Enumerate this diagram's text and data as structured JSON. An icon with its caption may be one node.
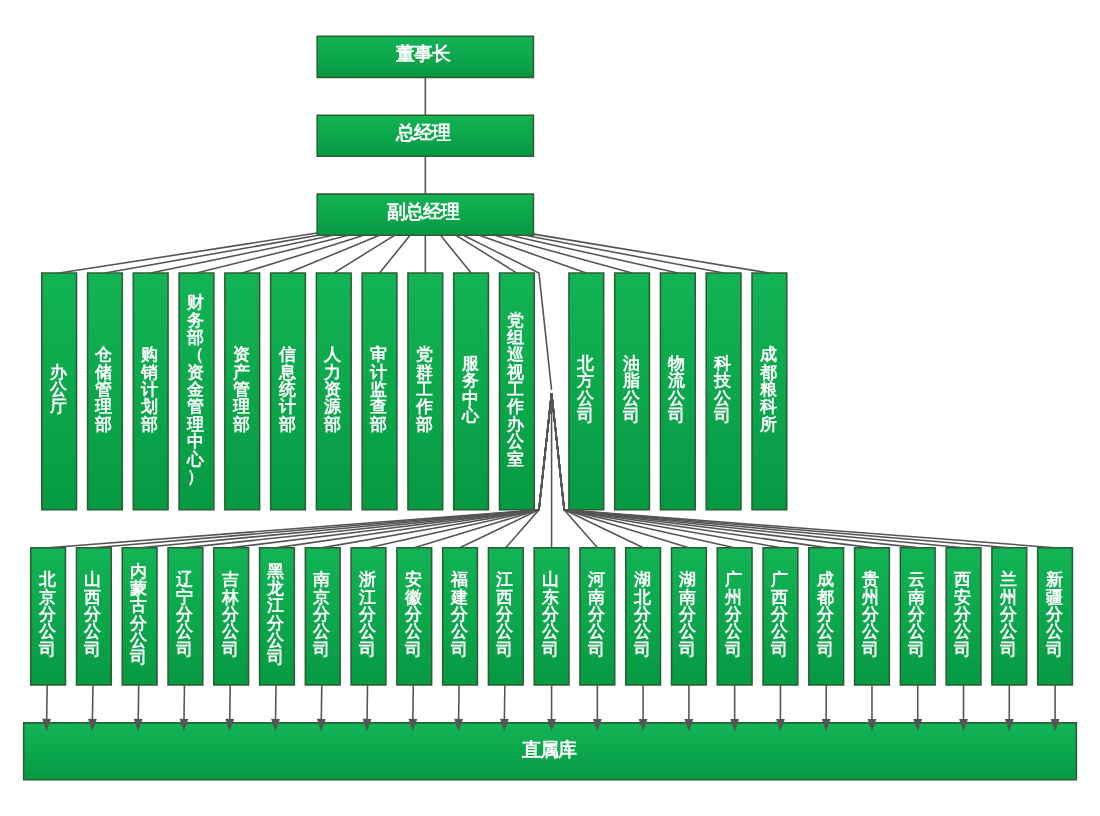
{
  "diagram": {
    "nodes": [
      {
        "text": [
          "董事长"
        ]
      },
      {
        "text": [
          "总经理"
        ]
      },
      {
        "text": [
          "副总经理"
        ]
      },
      {
        "text": [
          "办公厅"
        ]
      },
      {
        "text": [
          "仓储管理部"
        ]
      },
      {
        "text": [
          "购销计划部"
        ]
      },
      {
        "text": [
          "财务部（资金管理中心）"
        ]
      },
      {
        "text": [
          "资产管理部"
        ]
      },
      {
        "text": [
          "信息统计部"
        ]
      },
      {
        "text": [
          "人力资源部"
        ]
      },
      {
        "text": [
          "审计监查部"
        ]
      },
      {
        "text": [
          "党群工作部"
        ]
      },
      {
        "text": [
          "服务中心"
        ]
      },
      {
        "text": [
          "党组巡视工作办公室"
        ]
      },
      {
        "text": [
          "北方公司"
        ]
      },
      {
        "text": [
          "油脂公司"
        ]
      },
      {
        "text": [
          "物流公司"
        ]
      },
      {
        "text": [
          "科技公司"
        ]
      },
      {
        "text": [
          "成都粮科所"
        ]
      },
      {
        "text": [
          "北京分公司"
        ]
      },
      {
        "text": [
          "山西分公司"
        ]
      },
      {
        "text": [
          "内蒙古分公司"
        ]
      },
      {
        "text": [
          "辽宁分公司"
        ]
      },
      {
        "text": [
          "吉林分公司"
        ]
      },
      {
        "text": [
          "黑龙江分公司"
        ]
      },
      {
        "text": [
          "南京分公司"
        ]
      },
      {
        "text": [
          "浙江分公司"
        ]
      },
      {
        "text": [
          "安徽分公司"
        ]
      },
      {
        "text": [
          "福建分公司"
        ]
      },
      {
        "text": [
          "江西分公司"
        ]
      },
      {
        "text": [
          "山东分公司"
        ]
      },
      {
        "text": [
          "河南分公司"
        ]
      },
      {
        "text": [
          "湖北分公司"
        ]
      },
      {
        "text": [
          "湖南分公司"
        ]
      },
      {
        "text": [
          "广州分公司"
        ]
      },
      {
        "text": [
          "广西分公司"
        ]
      },
      {
        "text": [
          "成都分公司"
        ]
      },
      {
        "text": [
          "贵州分公司"
        ]
      },
      {
        "text": [
          "云南分公司"
        ]
      },
      {
        "text": [
          "西安分公司"
        ]
      },
      {
        "text": [
          "兰州分公司"
        ]
      },
      {
        "text": [
          "新疆分公司"
        ]
      },
      {
        "text": [
          "直属库"
        ]
      }
    ],
    "edges": [
      {
        "from": 0,
        "to": 1,
        "arrow": "none"
      },
      {
        "from": 1,
        "to": 2,
        "arrow": "none"
      },
      {
        "from": 2,
        "to": 3,
        "arrow": "none"
      },
      {
        "from": 2,
        "to": 4,
        "arrow": "none"
      },
      {
        "from": 2,
        "to": 5,
        "arrow": "none"
      },
      {
        "from": 2,
        "to": 6,
        "arrow": "none"
      },
      {
        "from": 2,
        "to": 7,
        "arrow": "none"
      },
      {
        "from": 2,
        "to": 8,
        "arrow": "none"
      },
      {
        "from": 2,
        "to": 9,
        "arrow": "none"
      },
      {
        "from": 2,
        "to": 10,
        "arrow": "none"
      },
      {
        "from": 2,
        "to": 11,
        "arrow": "none"
      },
      {
        "from": 2,
        "to": 12,
        "arrow": "none"
      },
      {
        "from": 2,
        "to": 13,
        "arrow": "none"
      },
      {
        "from": 2,
        "to": 19,
        "arrow": "none"
      },
      {
        "from": 2,
        "to": 20,
        "arrow": "none"
      },
      {
        "from": 2,
        "to": 21,
        "arrow": "none"
      },
      {
        "from": 2,
        "to": 22,
        "arrow": "none"
      },
      {
        "from": 2,
        "to": 23,
        "arrow": "none"
      },
      {
        "from": 2,
        "to": 24,
        "arrow": "none"
      },
      {
        "from": 2,
        "to": 25,
        "arrow": "none"
      },
      {
        "from": 2,
        "to": 26,
        "arrow": "none"
      },
      {
        "from": 2,
        "to": 27,
        "arrow": "none"
      },
      {
        "from": 2,
        "to": 28,
        "arrow": "none"
      },
      {
        "from": 2,
        "to": 29,
        "arrow": "none"
      },
      {
        "from": 2,
        "to": 30,
        "arrow": "none"
      },
      {
        "from": 2,
        "to": 31,
        "arrow": "none"
      },
      {
        "from": 2,
        "to": 32,
        "arrow": "none"
      },
      {
        "from": 2,
        "to": 33,
        "arrow": "none"
      },
      {
        "from": 2,
        "to": 34,
        "arrow": "none"
      },
      {
        "from": 2,
        "to": 35,
        "arrow": "none"
      },
      {
        "from": 2,
        "to": 36,
        "arrow": "none"
      },
      {
        "from": 2,
        "to": 37,
        "arrow": "none"
      },
      {
        "from": 2,
        "to": 38,
        "arrow": "none"
      },
      {
        "from": 2,
        "to": 39,
        "arrow": "none"
      },
      {
        "from": 2,
        "to": 40,
        "arrow": "none"
      },
      {
        "from": 2,
        "to": 41,
        "arrow": "none"
      },
      {
        "from": 2,
        "to": 14,
        "arrow": "none"
      },
      {
        "from": 2,
        "to": 15,
        "arrow": "none"
      },
      {
        "from": 2,
        "to": 16,
        "arrow": "none"
      },
      {
        "from": 2,
        "to": 17,
        "arrow": "none"
      },
      {
        "from": 2,
        "to": 18,
        "arrow": "none"
      },
      {
        "from": 19,
        "to": 42,
        "arrow": "to"
      },
      {
        "from": 20,
        "to": 42,
        "arrow": "to"
      },
      {
        "from": 21,
        "to": 42,
        "arrow": "to"
      },
      {
        "from": 22,
        "to": 42,
        "arrow": "to"
      },
      {
        "from": 23,
        "to": 42,
        "arrow": "to"
      },
      {
        "from": 24,
        "to": 42,
        "arrow": "to"
      },
      {
        "from": 25,
        "to": 42,
        "arrow": "to"
      },
      {
        "from": 26,
        "to": 42,
        "arrow": "to"
      },
      {
        "from": 27,
        "to": 42,
        "arrow": "to"
      },
      {
        "from": 28,
        "to": 42,
        "arrow": "to"
      },
      {
        "from": 29,
        "to": 42,
        "arrow": "to"
      },
      {
        "from": 30,
        "to": 42,
        "arrow": "to"
      },
      {
        "from": 31,
        "to": 42,
        "arrow": "to"
      },
      {
        "from": 32,
        "to": 42,
        "arrow": "to"
      },
      {
        "from": 33,
        "to": 42,
        "arrow": "to"
      },
      {
        "from": 34,
        "to": 42,
        "arrow": "to"
      },
      {
        "from": 35,
        "to": 42,
        "arrow": "to"
      },
      {
        "from": 36,
        "to": 42,
        "arrow": "to"
      },
      {
        "from": 37,
        "to": 42,
        "arrow": "to"
      },
      {
        "from": 38,
        "to": 42,
        "arrow": "to"
      },
      {
        "from": 39,
        "to": 42,
        "arrow": "to"
      },
      {
        "from": 40,
        "to": 42,
        "arrow": "to"
      },
      {
        "from": 41,
        "to": 42,
        "arrow": "to"
      }
    ]
  }
}
